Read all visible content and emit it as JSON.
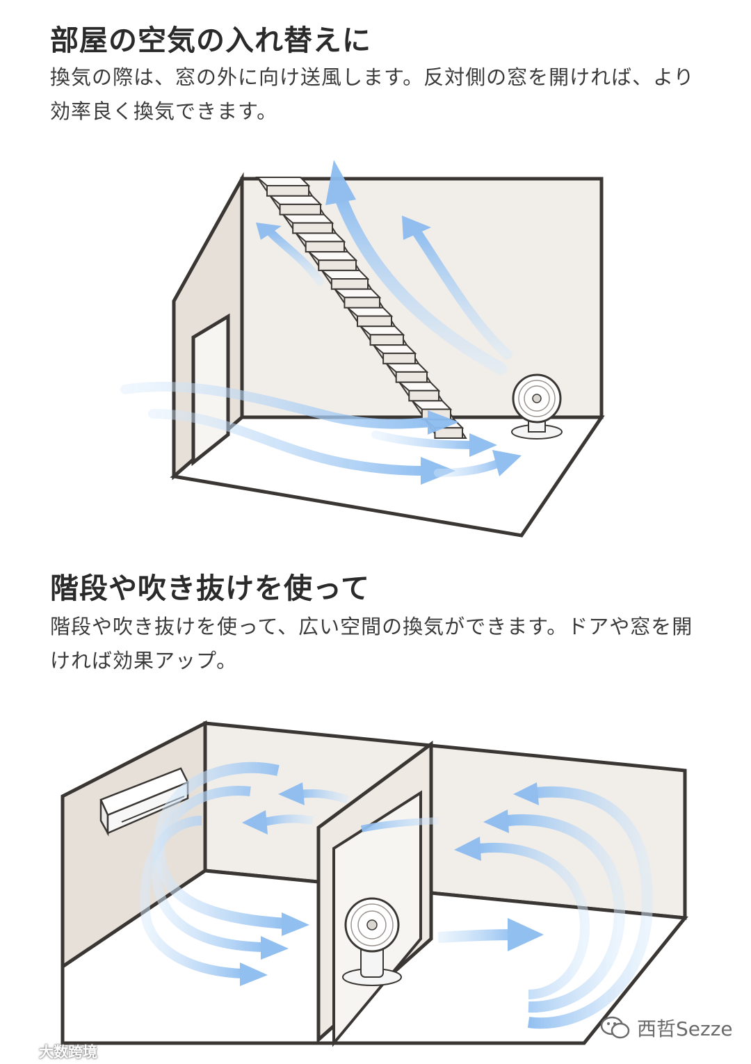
{
  "section1": {
    "title": "部屋の空気の入れ替えに",
    "body": "換気の際は、窓の外に向け送風します。反対側の窓を開ければ、より効率良く換気できます。"
  },
  "section2": {
    "title": "階段や吹き抜けを使って",
    "body": "階段や吹き抜けを使って、広い空間の換気ができます。ドアや窓を開ければ効果アップ。"
  },
  "watermarks": {
    "left_text": "大数跨境",
    "right_text": "西哲Sezze"
  },
  "colors": {
    "wall": "#efebe6",
    "floor": "#ffffff",
    "outline": "#3a3633",
    "airflow": "#9ec9f2",
    "airflow_light": "#d8eafb"
  },
  "icons": [
    "circulator-fan-icon",
    "wechat-icon",
    "logo-icon"
  ]
}
